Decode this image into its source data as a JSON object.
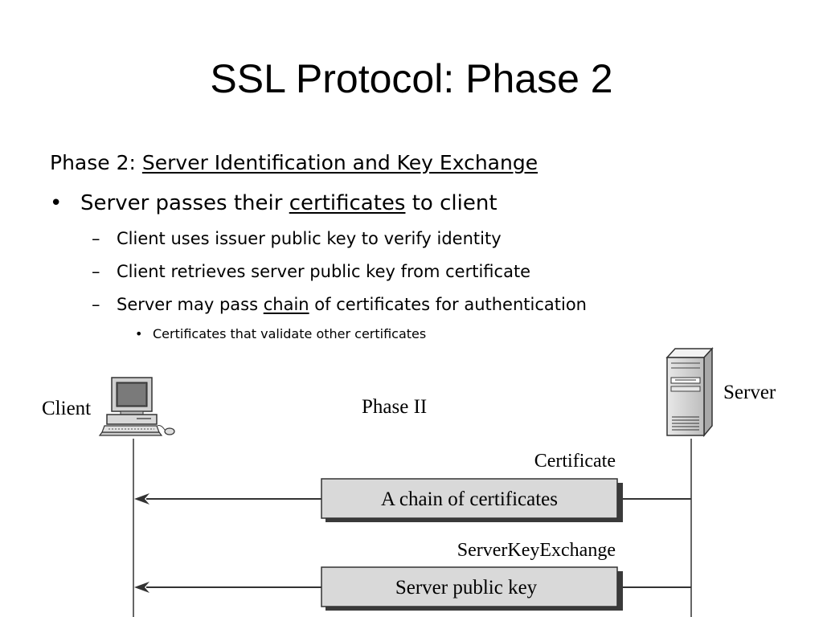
{
  "slide": {
    "title": "SSL Protocol: Phase 2"
  },
  "content": {
    "phase_prefix": "Phase 2: ",
    "phase_name": "Server Identification and Key Exchange",
    "bullet": {
      "mark": "•",
      "before": "Server passes their ",
      "emphasis": "certificates",
      "after": " to client"
    },
    "sub_mark": "–",
    "sub_items": [
      "Client uses issuer public key to verify identity",
      "Client retrieves server public key from certificate"
    ],
    "sub_item_chain": {
      "before": "Server may pass ",
      "emphasis": "chain",
      "after": " of certificates for authentication"
    },
    "subsub_mark": "•",
    "subsub_item": "Certificates that validate other certificates"
  },
  "diagram": {
    "client_label": "Client",
    "server_label": "Server",
    "phase_label": "Phase II",
    "messages": [
      {
        "name": "Certificate",
        "content": "A chain of certificates",
        "direction": "server-to-client"
      },
      {
        "name": "ServerKeyExchange",
        "content": "Server public key",
        "direction": "server-to-client"
      }
    ],
    "icons": {
      "client": "desktop-computer-icon",
      "server": "server-tower-icon"
    }
  }
}
